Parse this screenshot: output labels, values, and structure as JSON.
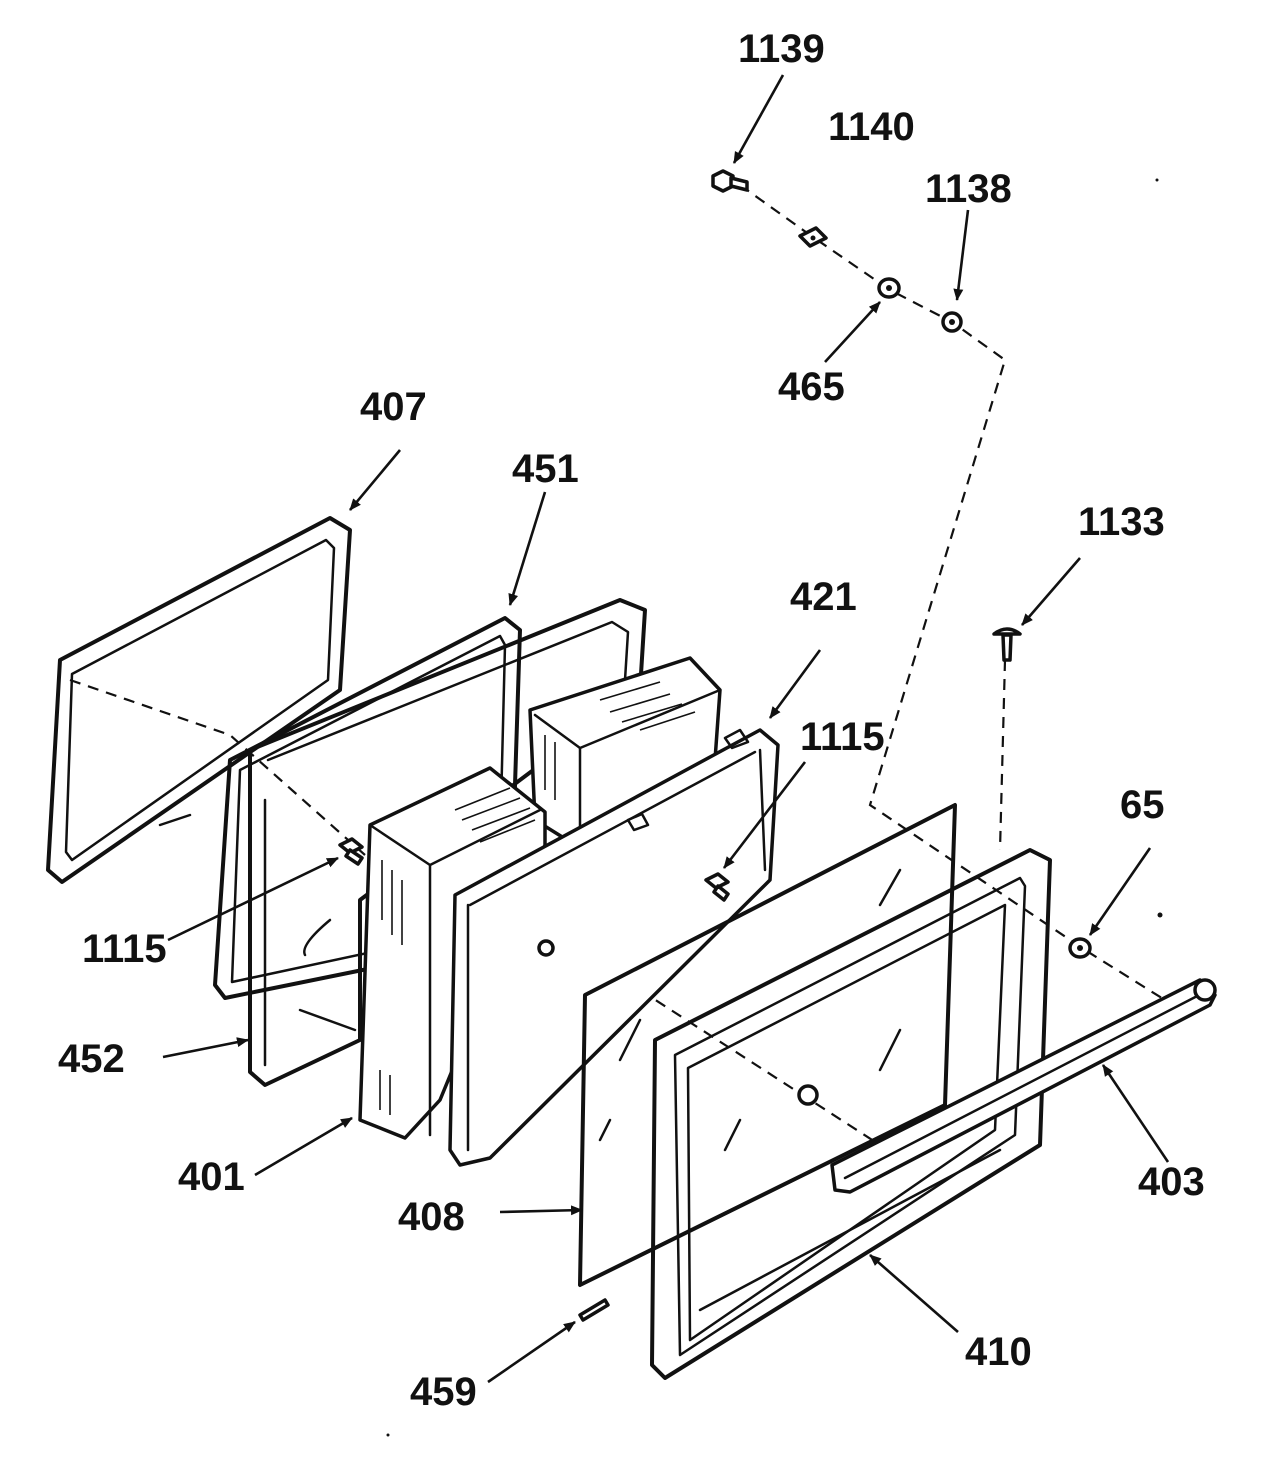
{
  "labels": {
    "p1139": "1139",
    "p1140": "1140",
    "p1138": "1138",
    "p465": "465",
    "p407": "407",
    "p451": "451",
    "p421": "421",
    "p1133": "1133",
    "p1115a": "1115",
    "p1115b": "1115",
    "p65": "65",
    "p452": "452",
    "p401": "401",
    "p408": "408",
    "p403": "403",
    "p410": "410",
    "p459": "459"
  }
}
